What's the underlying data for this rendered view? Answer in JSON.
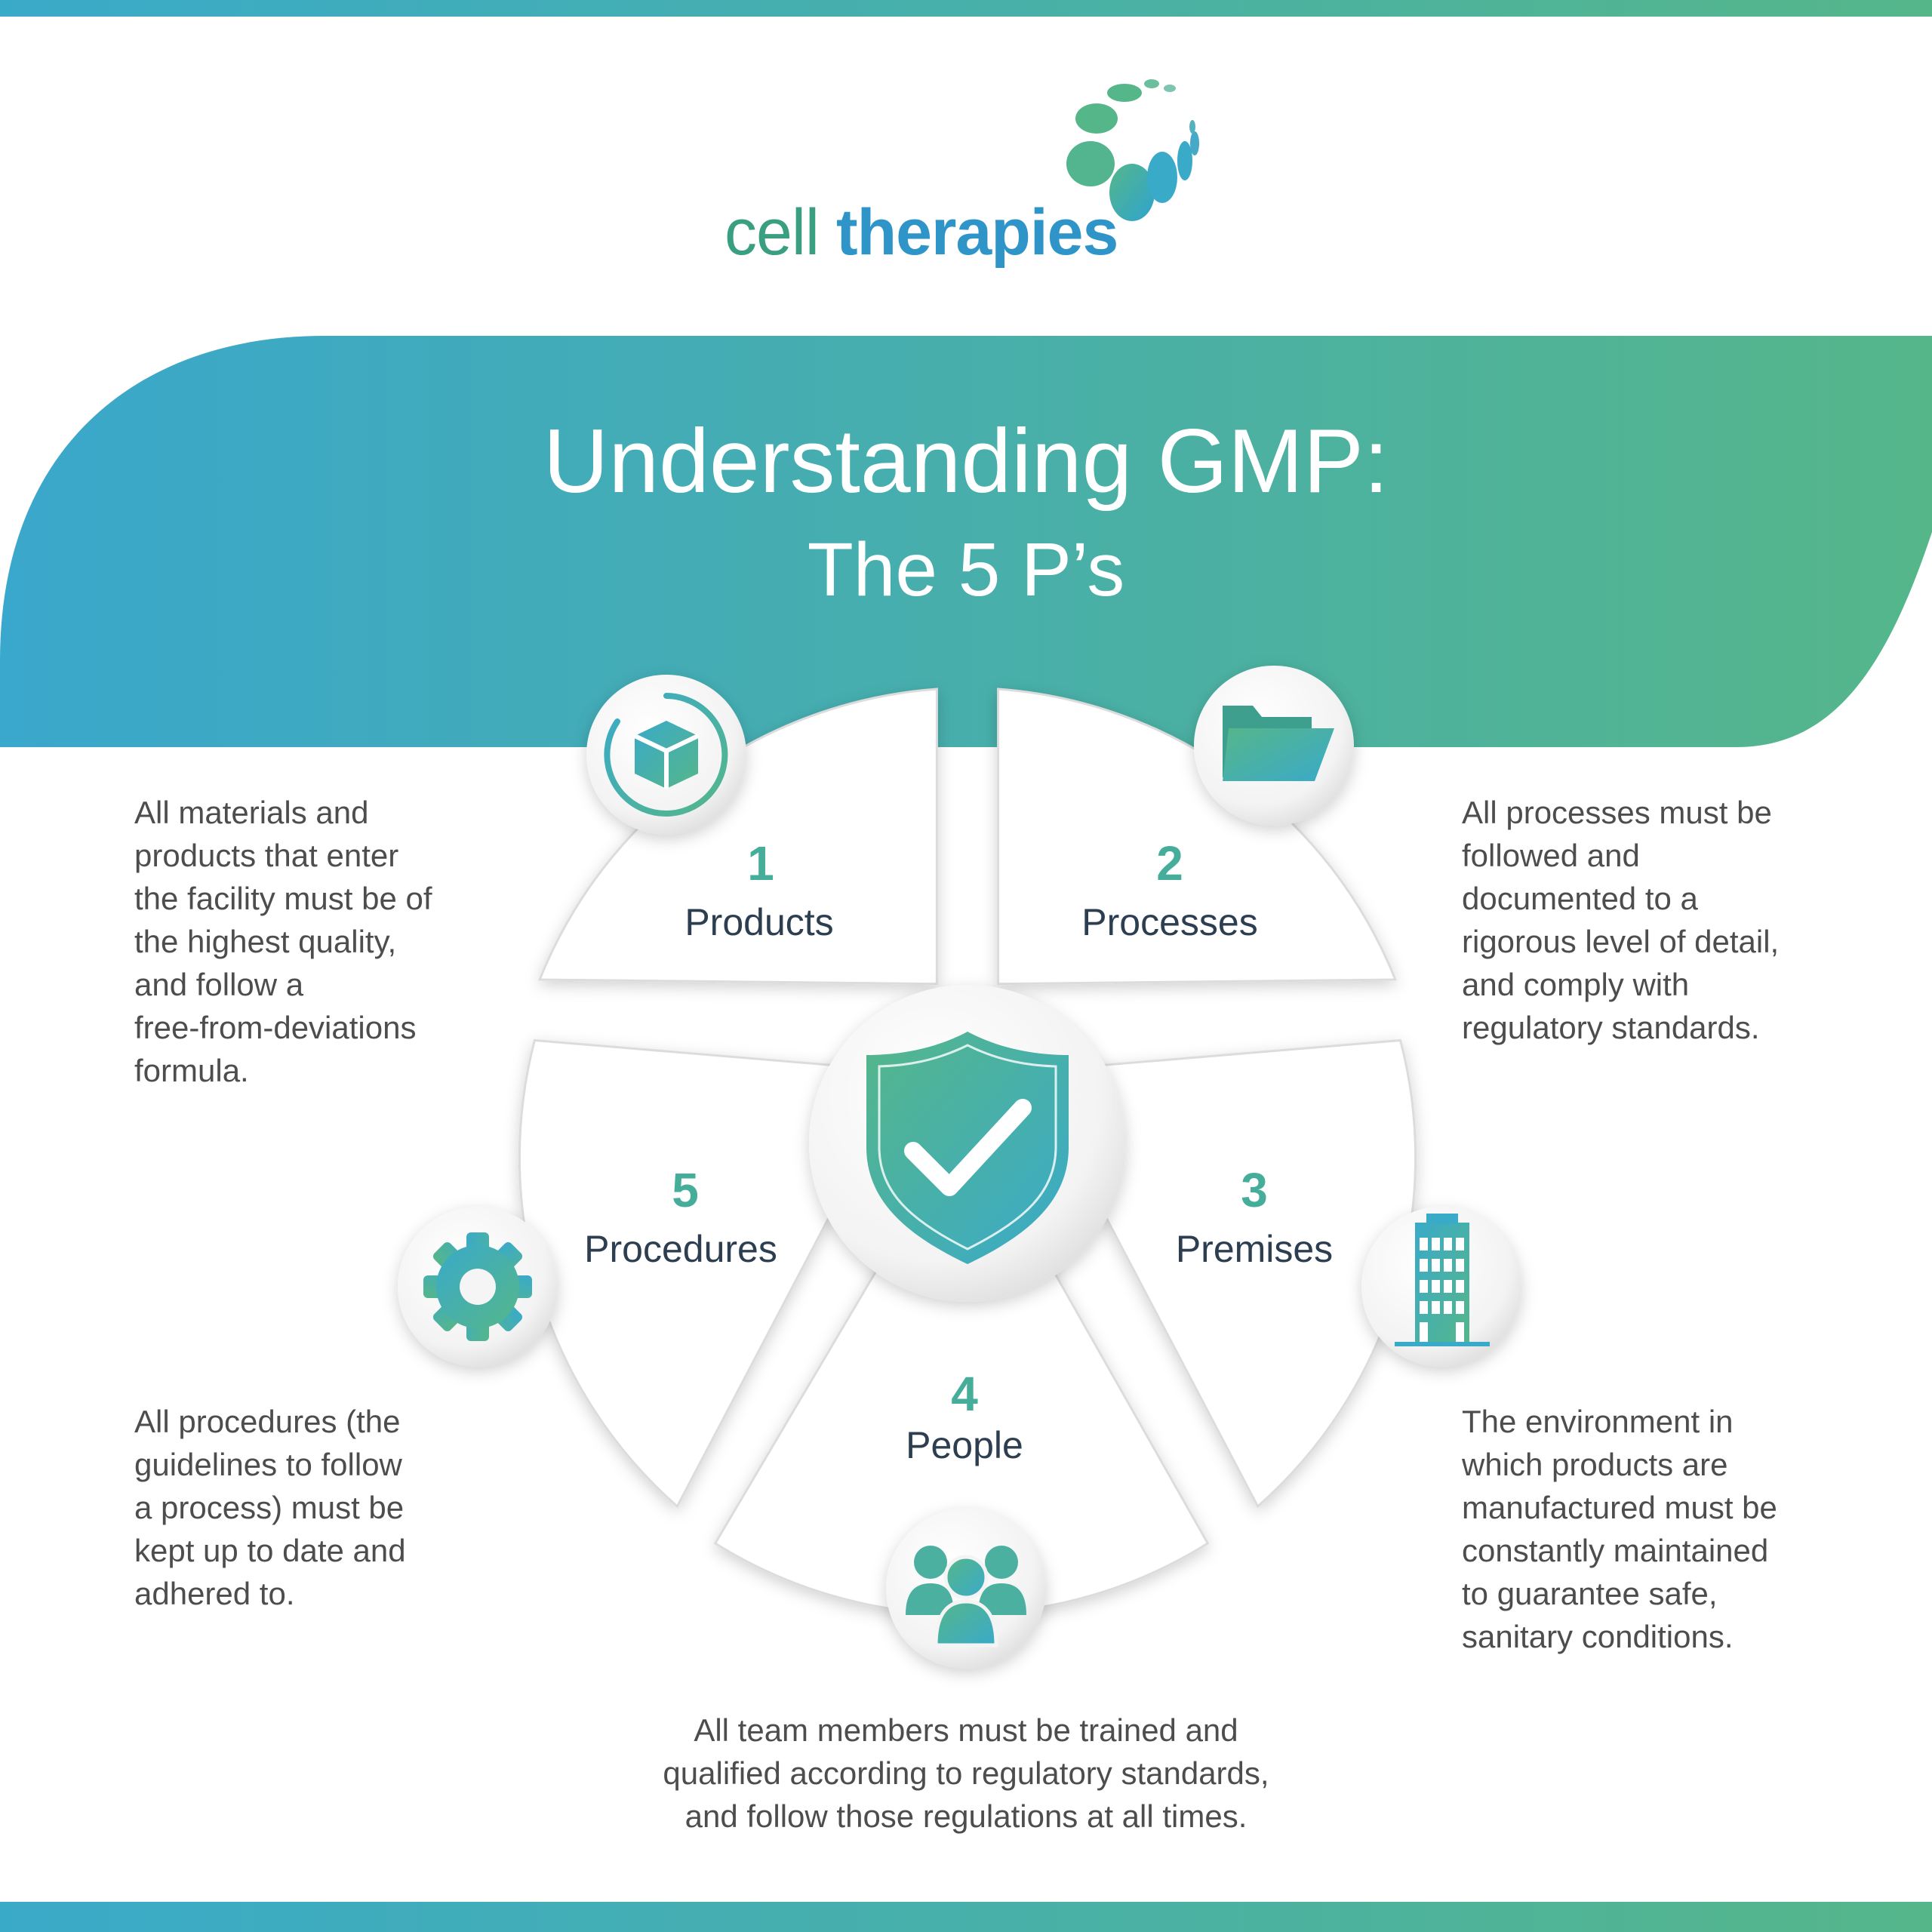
{
  "logo": {
    "word1": "cell",
    "word2": "therapies"
  },
  "title": {
    "main": "Understanding GMP:",
    "sub": "The 5 P’s"
  },
  "colors": {
    "teal": "#3aaac9",
    "green": "#55b68a",
    "number": "#45ad9a",
    "label": "#2c3e50",
    "text": "#4d4d4d"
  },
  "center_icon": "shield-check-icon",
  "pillars": [
    {
      "number": "1",
      "label": "Products",
      "icon": "cube-icon",
      "description": [
        "All materials and",
        "products that enter",
        "the facility must be of",
        "the highest quality,",
        "and follow a",
        "free-from-deviations",
        "formula."
      ]
    },
    {
      "number": "2",
      "label": "Processes",
      "icon": "folder-icon",
      "description": [
        "All processes must be",
        "followed and",
        "documented to a",
        "rigorous level of detail,",
        "and comply with",
        "regulatory standards."
      ]
    },
    {
      "number": "3",
      "label": "Premises",
      "icon": "building-icon",
      "description": [
        "The environment in",
        "which products are",
        "manufactured must be",
        "constantly maintained",
        "to guarantee safe,",
        "sanitary conditions."
      ]
    },
    {
      "number": "4",
      "label": "People",
      "icon": "people-icon",
      "description": [
        "All team members must be trained and",
        "qualified according to regulatory standards,",
        "and follow those regulations at all times."
      ]
    },
    {
      "number": "5",
      "label": "Procedures",
      "icon": "gear-icon",
      "description": [
        "All procedures (the",
        "guidelines to follow",
        "a process) must be",
        "kept up to date and",
        "adhered to."
      ]
    }
  ]
}
